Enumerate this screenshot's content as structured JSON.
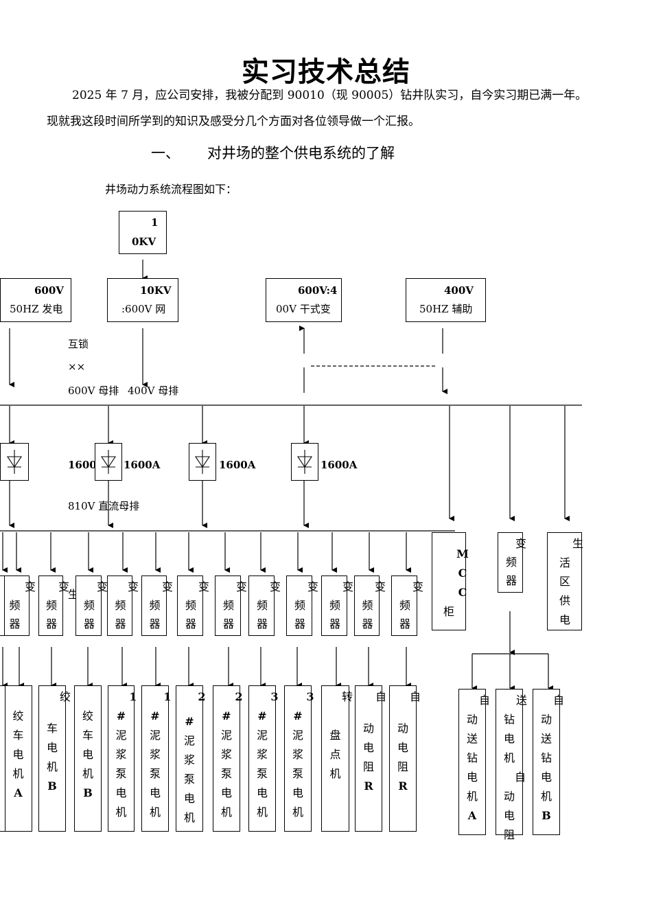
{
  "document": {
    "title": "实习技术总结",
    "intro_line1": "2025 年 7 月，应公司安排，我被分配到 90010（现 90005）钻井队实习，自今实习期已满一年。",
    "intro_line2": "现就我这段时间所学到的知识及感受分几个方面对各位领导做一个汇报。",
    "section1_num": "一、",
    "section1_title": "对井场的整个供电系统的了解",
    "diagram_caption": "井场动力系统流程图如下："
  },
  "diagram": {
    "top_boxes": {
      "kv10_line1": "1",
      "kv10_line2": "0KV",
      "gen_line1": "600V",
      "gen_line2": "50HZ 发电",
      "tr_line1": "10KV",
      "tr_line2": ":600V 网",
      "dry_line1": "600V:4",
      "dry_line2": "00V 干式变",
      "aux_line1": "400V",
      "aux_line2": "50HZ 辅助"
    },
    "labels": {
      "interlock": "互锁",
      "xx": "××",
      "bus600": "600V 母排",
      "bus400": "400V 母排",
      "a1600_1": "1600A",
      "a1600_2": "1600A",
      "a1600_3": "1600A",
      "a1600_4": "1600A",
      "dcbus": "810V 直流母排",
      "stray_sheng": "生"
    },
    "vfd_char": [
      "变",
      "频",
      "器"
    ],
    "mcc": [
      "M",
      "C",
      "C",
      "柜"
    ],
    "right_vfd": [
      "变",
      "频",
      "器"
    ],
    "living": [
      "生",
      "活",
      "区",
      "供",
      "电"
    ],
    "motors": {
      "m1": [
        "绞",
        "车",
        "电",
        "机",
        "A"
      ],
      "m2_top": "绞",
      "m2": [
        "车",
        "电",
        "机",
        "B"
      ],
      "m3": [
        "绞",
        "车",
        "电",
        "机",
        "B"
      ],
      "p1_num": "1",
      "p1": [
        "#",
        "泥",
        "浆",
        "泵",
        "电",
        "机"
      ],
      "p2_num": "1",
      "p2": [
        "#",
        "泥",
        "浆",
        "泵",
        "电",
        "机"
      ],
      "p3_num": "2",
      "p3": [
        "#",
        "泥",
        "浆",
        "泵",
        "电",
        "机"
      ],
      "p4_num": "2",
      "p4": [
        "#",
        "泥",
        "浆",
        "泵",
        "电",
        "机"
      ],
      "p5_num": "3",
      "p5": [
        "#",
        "泥",
        "浆",
        "泵",
        "电",
        "机"
      ],
      "p6_num": "3",
      "p6": [
        "#",
        "泥",
        "浆",
        "泵",
        "电",
        "机"
      ],
      "turn_top": "转",
      "turn": [
        "盘",
        "点",
        "机"
      ],
      "r1_top": "自",
      "r1": [
        "动",
        "电",
        "阻",
        "R"
      ],
      "r2_top": "自",
      "r2": [
        "动",
        "电",
        "阻",
        "R"
      ],
      "d1_top": "自",
      "d1": [
        "动",
        "送",
        "钻",
        "电",
        "机",
        "A"
      ],
      "d2_top": "送",
      "d2": [
        "钻",
        "电",
        "机"
      ],
      "d2b_top": "自",
      "d2b": [
        "动",
        "电",
        "阻"
      ],
      "d3_top": "自",
      "d3": [
        "动",
        "送",
        "钻",
        "电",
        "机",
        "B"
      ]
    }
  }
}
